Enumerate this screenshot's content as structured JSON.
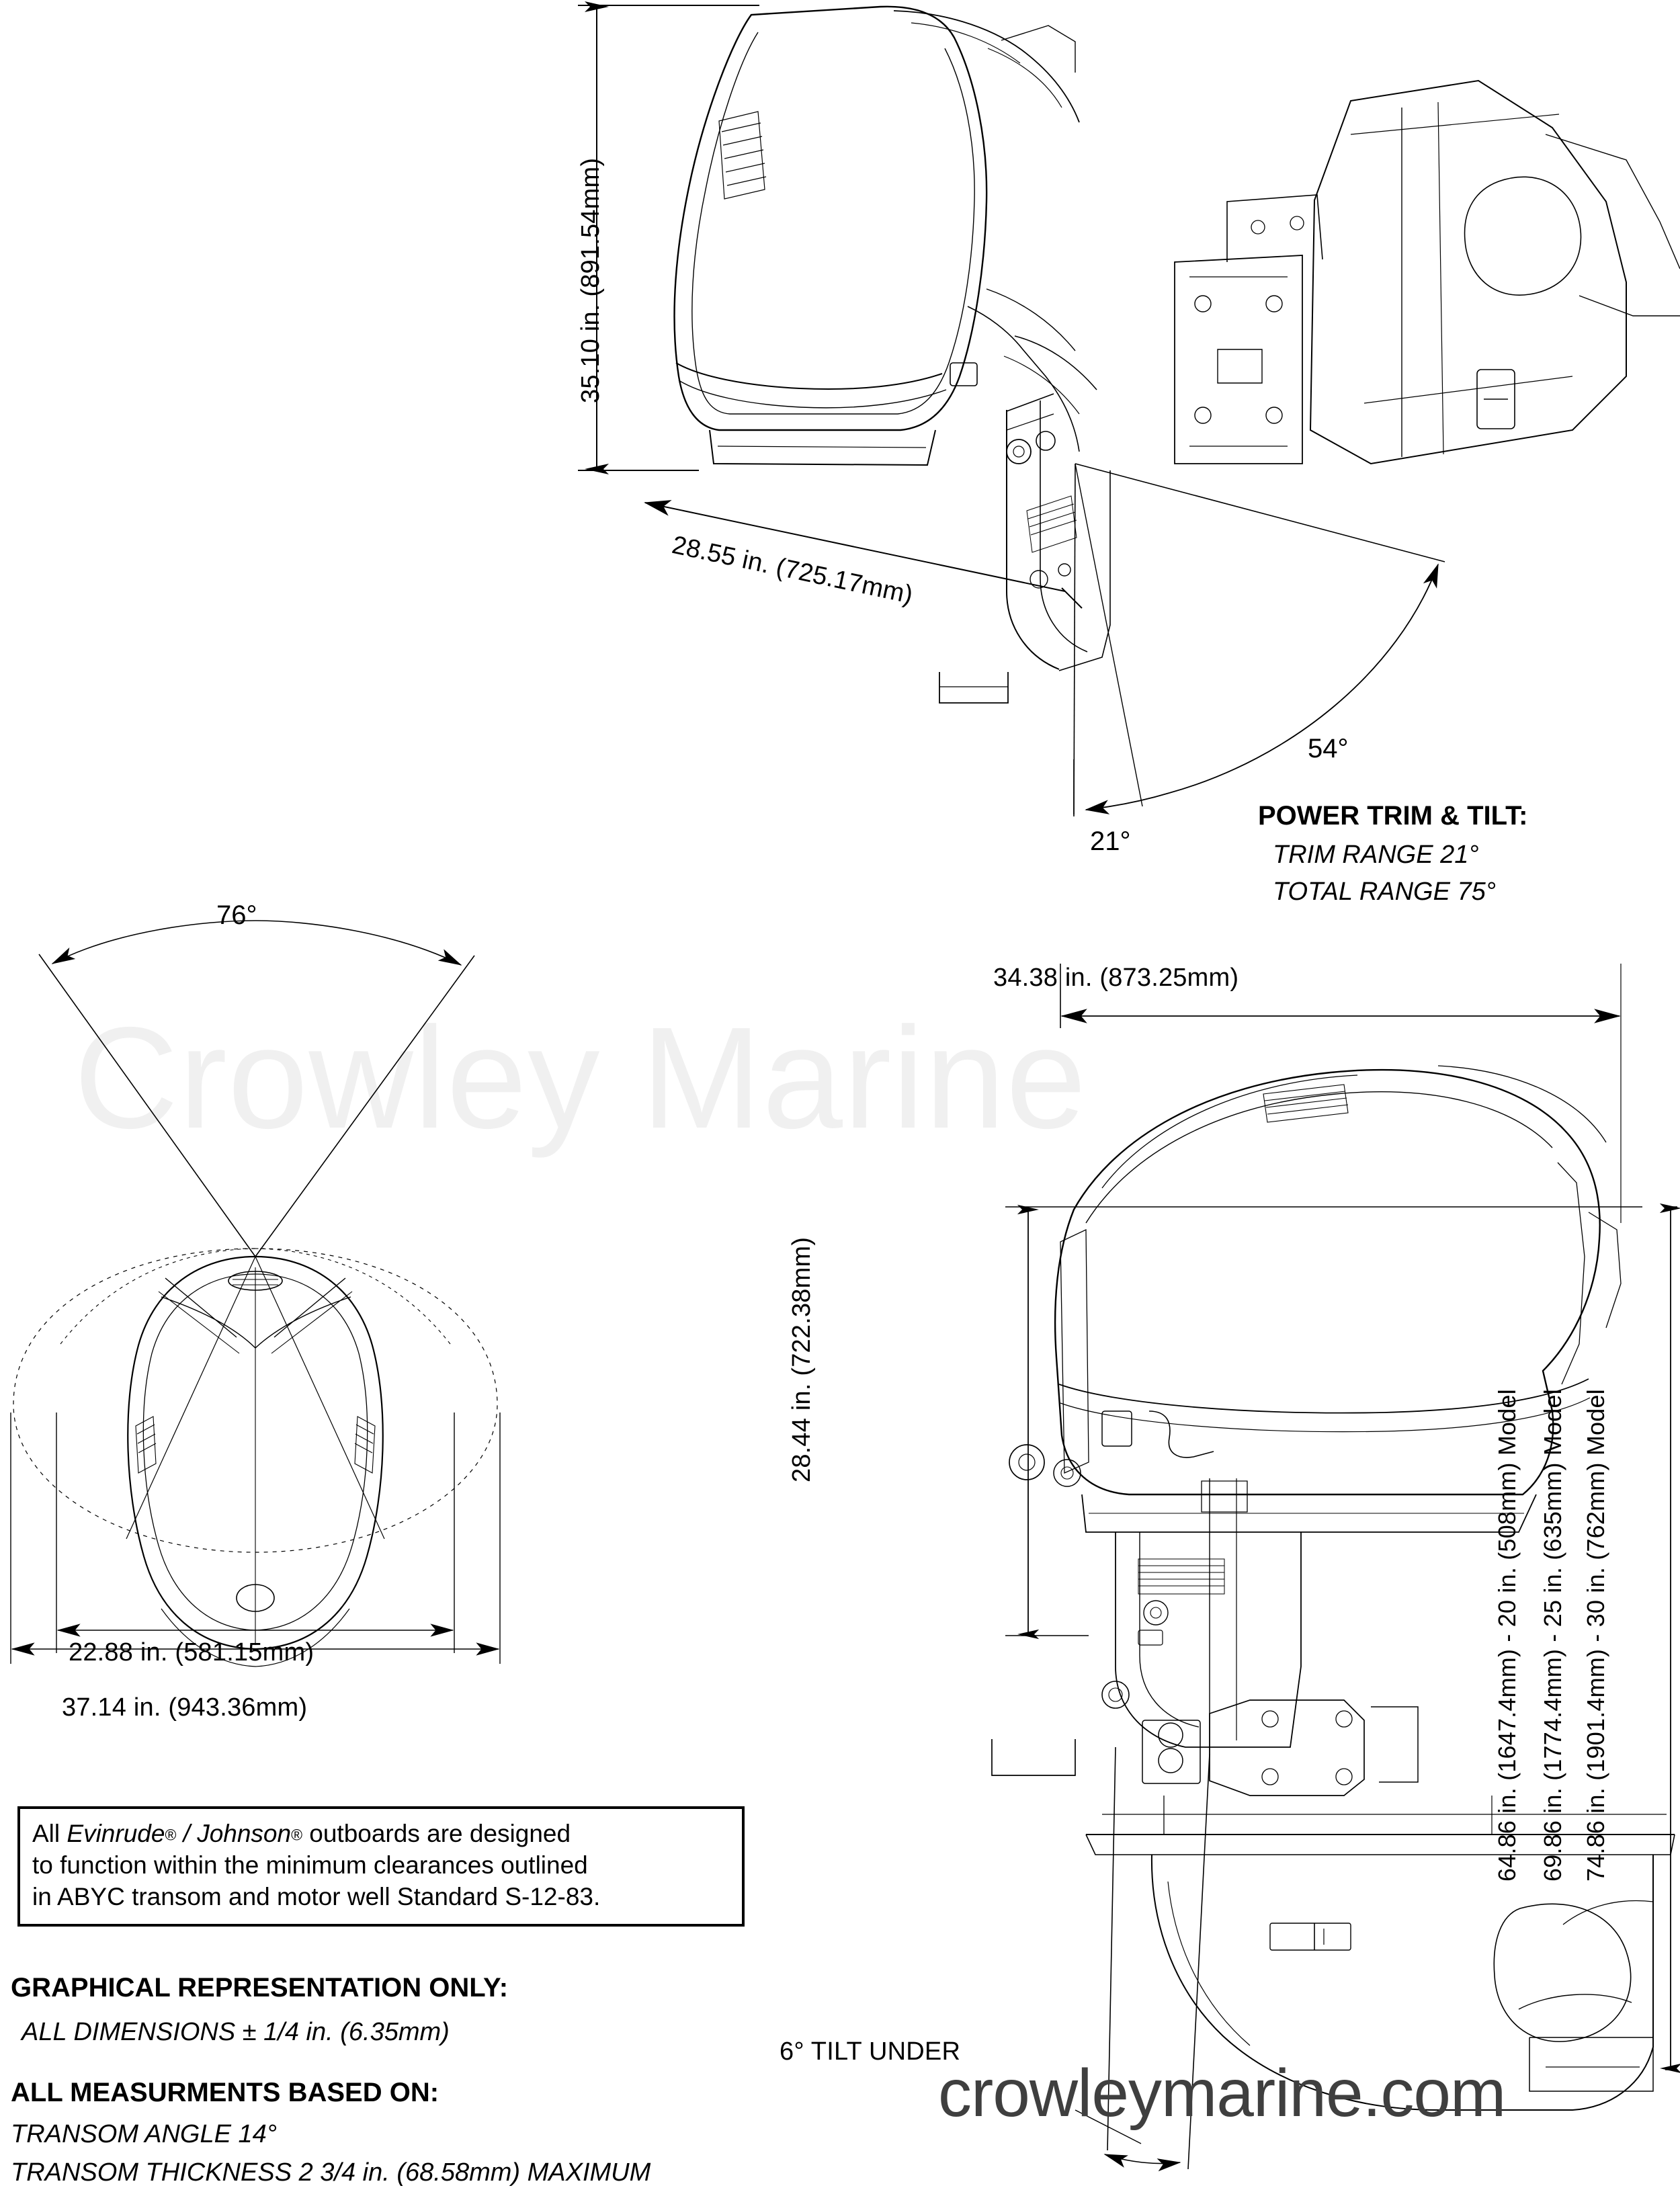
{
  "document": {
    "type": "outboard-motor-dimension-drawing",
    "watermark_center": "Crowley Marine",
    "watermark_url": "crowleymarine.com"
  },
  "top_view_side": {
    "height_dim": "35.10 in. (891.54mm)",
    "depth_dim": "28.55 in. (725.17mm)",
    "tilt_angle": "54°",
    "trim_angle": "21°"
  },
  "trim_tilt_block": {
    "title": "POWER TRIM & TILT:",
    "line1": "TRIM RANGE 21°",
    "line2": "TOTAL RANGE 75°"
  },
  "plan_view": {
    "steering_angle": "76°",
    "cowl_width": "22.88 in. (581.15mm)",
    "swing_width": "37.14 in. (943.36mm)"
  },
  "side_view": {
    "width_dim": "34.38 in. (873.25mm)",
    "cowl_height_dim": "28.44 in. (722.38mm)",
    "tilt_under": "6° TILT UNDER",
    "shaft_lengths": [
      "64.86 in. (1647.4mm) - 20 in. (508mm) Model",
      "69.86 in. (1774.4mm) - 25 in. (635mm) Model",
      "74.86 in. (1901.4mm) - 30 in. (762mm) Model"
    ]
  },
  "abyc_note": {
    "line1_pre": "All ",
    "line1_b1": "Evinrude",
    "line1_reg1": "®",
    "line1_mid": " / ",
    "line1_b2": "Johnson",
    "line1_reg2": "®",
    "line1_post": " outboards are designed",
    "line2": "to function within the minimum clearances outlined",
    "line3": "in ABYC transom and motor well Standard S-12-83."
  },
  "footer": {
    "heading1": "GRAPHICAL REPRESENTATION ONLY:",
    "sub1": "ALL DIMENSIONS ± 1/4 in. (6.35mm)",
    "heading2": "ALL MEASURMENTS BASED ON:",
    "sub2": "TRANSOM ANGLE 14°",
    "sub3": "TRANSOM THICKNESS 2 3/4 in. (68.58mm) MAXIMUM"
  },
  "colors": {
    "line": "#000000",
    "watermark_light": "#f0f0f0",
    "watermark_dark": "#3f3f3f"
  }
}
